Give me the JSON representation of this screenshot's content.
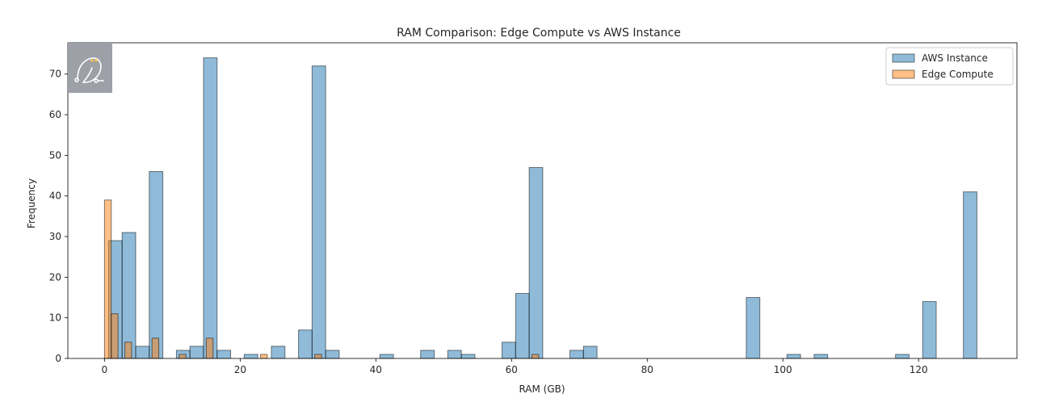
{
  "chart_data": {
    "type": "bar",
    "title": "RAM Comparison: Edge Compute vs AWS Instance",
    "xlabel": "RAM (GB)",
    "ylabel": "Frequency",
    "xlim": [
      -5.4,
      134.5
    ],
    "ylim": [
      0,
      77.7
    ],
    "x_ticks": [
      0,
      20,
      40,
      60,
      80,
      100,
      120
    ],
    "y_ticks": [
      0,
      10,
      20,
      30,
      40,
      50,
      60,
      70
    ],
    "legend_position": "top-right",
    "grid": false,
    "series": [
      {
        "name": "AWS Instance",
        "color": "#1f77b4",
        "bin_width": 2,
        "bins": [
          {
            "x": 1.6,
            "value": 29
          },
          {
            "x": 3.6,
            "value": 31
          },
          {
            "x": 5.6,
            "value": 3
          },
          {
            "x": 7.6,
            "value": 46
          },
          {
            "x": 11.6,
            "value": 2
          },
          {
            "x": 13.6,
            "value": 3
          },
          {
            "x": 15.6,
            "value": 74
          },
          {
            "x": 17.6,
            "value": 2
          },
          {
            "x": 21.6,
            "value": 1
          },
          {
            "x": 25.6,
            "value": 3
          },
          {
            "x": 29.6,
            "value": 7
          },
          {
            "x": 31.6,
            "value": 72
          },
          {
            "x": 33.6,
            "value": 2
          },
          {
            "x": 41.6,
            "value": 1
          },
          {
            "x": 47.6,
            "value": 2
          },
          {
            "x": 51.6,
            "value": 2
          },
          {
            "x": 53.6,
            "value": 1
          },
          {
            "x": 59.6,
            "value": 4
          },
          {
            "x": 61.6,
            "value": 16
          },
          {
            "x": 63.6,
            "value": 47
          },
          {
            "x": 69.6,
            "value": 2
          },
          {
            "x": 71.6,
            "value": 3
          },
          {
            "x": 95.6,
            "value": 15
          },
          {
            "x": 101.6,
            "value": 1
          },
          {
            "x": 105.6,
            "value": 1
          },
          {
            "x": 117.6,
            "value": 1
          },
          {
            "x": 121.6,
            "value": 14
          },
          {
            "x": 127.6,
            "value": 41
          }
        ]
      },
      {
        "name": "Edge Compute",
        "color": "#ff7f0e",
        "bin_width": 1,
        "bins": [
          {
            "x": 0.5,
            "value": 39
          },
          {
            "x": 1.5,
            "value": 11
          },
          {
            "x": 3.5,
            "value": 4
          },
          {
            "x": 7.5,
            "value": 5
          },
          {
            "x": 11.5,
            "value": 1
          },
          {
            "x": 15.5,
            "value": 5
          },
          {
            "x": 23.5,
            "value": 1
          },
          {
            "x": 31.5,
            "value": 1
          },
          {
            "x": 63.5,
            "value": 1
          }
        ]
      }
    ]
  },
  "watermark": {
    "icon": "owl-logo-icon",
    "background": "#9ea0a8"
  }
}
